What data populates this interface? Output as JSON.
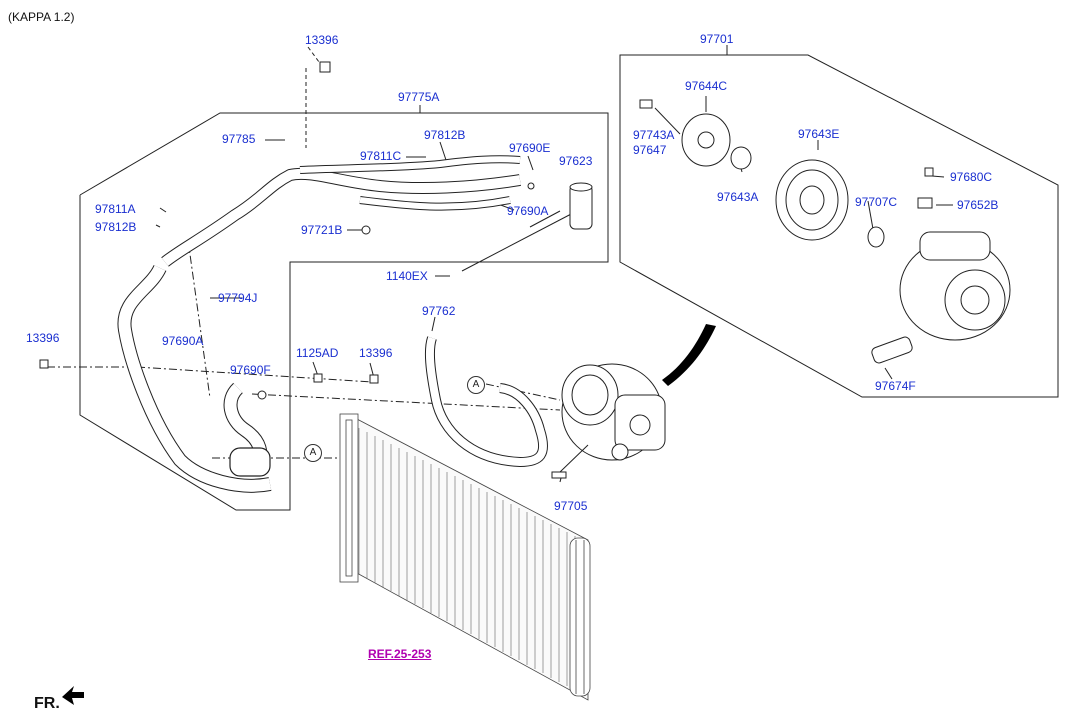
{
  "header": {
    "engine": "(KAPPA 1.2)"
  },
  "callouts": [
    {
      "id": "13396_top",
      "text": "13396"
    },
    {
      "id": "97775A",
      "text": "97775A"
    },
    {
      "id": "97785",
      "text": "97785"
    },
    {
      "id": "97812B_top",
      "text": "97812B"
    },
    {
      "id": "97811C",
      "text": "97811C"
    },
    {
      "id": "97690E",
      "text": "97690E"
    },
    {
      "id": "97623",
      "text": "97623"
    },
    {
      "id": "97690A_top",
      "text": "97690A"
    },
    {
      "id": "97811A",
      "text": "97811A"
    },
    {
      "id": "97812B_left",
      "text": "97812B"
    },
    {
      "id": "97721B",
      "text": "97721B"
    },
    {
      "id": "1140EX",
      "text": "1140EX"
    },
    {
      "id": "97794J",
      "text": "97794J"
    },
    {
      "id": "13396_left",
      "text": "13396"
    },
    {
      "id": "97690A_mid",
      "text": "97690A"
    },
    {
      "id": "1125AD",
      "text": "1125AD"
    },
    {
      "id": "13396_mid",
      "text": "13396"
    },
    {
      "id": "97762",
      "text": "97762"
    },
    {
      "id": "97690F",
      "text": "97690F"
    },
    {
      "id": "97705",
      "text": "97705"
    },
    {
      "id": "97701",
      "text": "97701"
    },
    {
      "id": "97644C",
      "text": "97644C"
    },
    {
      "id": "97743A",
      "text": "97743A"
    },
    {
      "id": "97647",
      "text": "97647"
    },
    {
      "id": "97643E",
      "text": "97643E"
    },
    {
      "id": "97643A",
      "text": "97643A"
    },
    {
      "id": "97707C",
      "text": "97707C"
    },
    {
      "id": "97680C",
      "text": "97680C"
    },
    {
      "id": "97652B",
      "text": "97652B"
    },
    {
      "id": "97674F",
      "text": "97674F"
    }
  ],
  "markers": {
    "connector_a": "A"
  },
  "reference": {
    "text": "REF.25-253"
  },
  "front": {
    "text": "FR."
  },
  "colors": {
    "callout": "#1a2fd0",
    "reference": "#b000b0",
    "line": "#222222"
  }
}
